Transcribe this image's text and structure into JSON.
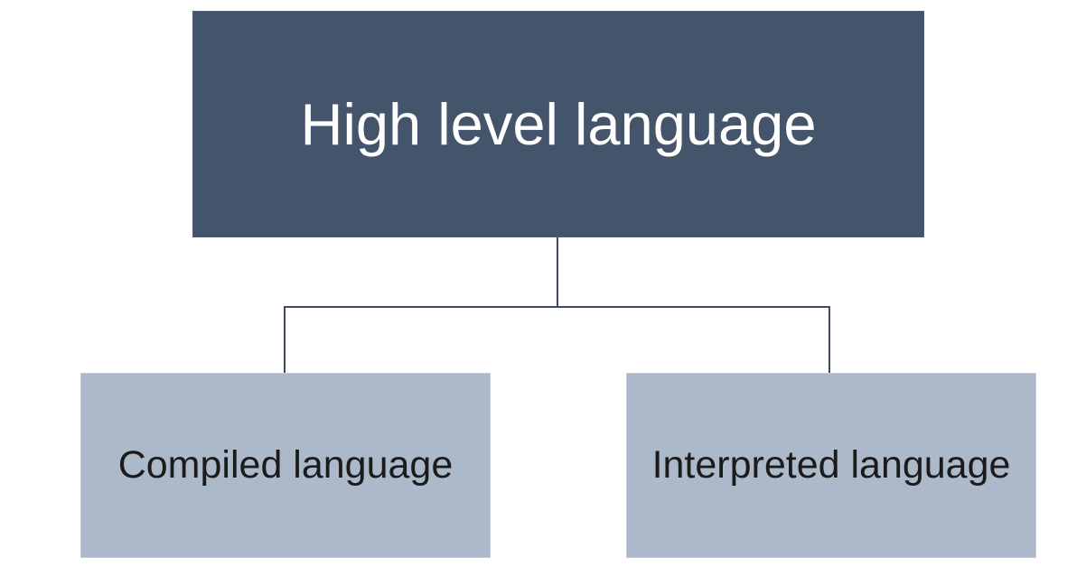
{
  "diagram": {
    "type": "hierarchy",
    "title_node": {
      "label": "High level language"
    },
    "children": [
      {
        "label": "Compiled language"
      },
      {
        "label": "Interpreted language"
      }
    ],
    "colors": {
      "parent_fill": "#44546A",
      "parent_text": "#FFFFFF",
      "child_fill": "#ACB9CA",
      "child_text": "#1B1B1B",
      "connector": "#3F4C5E",
      "background": "#FFFFFF"
    }
  }
}
